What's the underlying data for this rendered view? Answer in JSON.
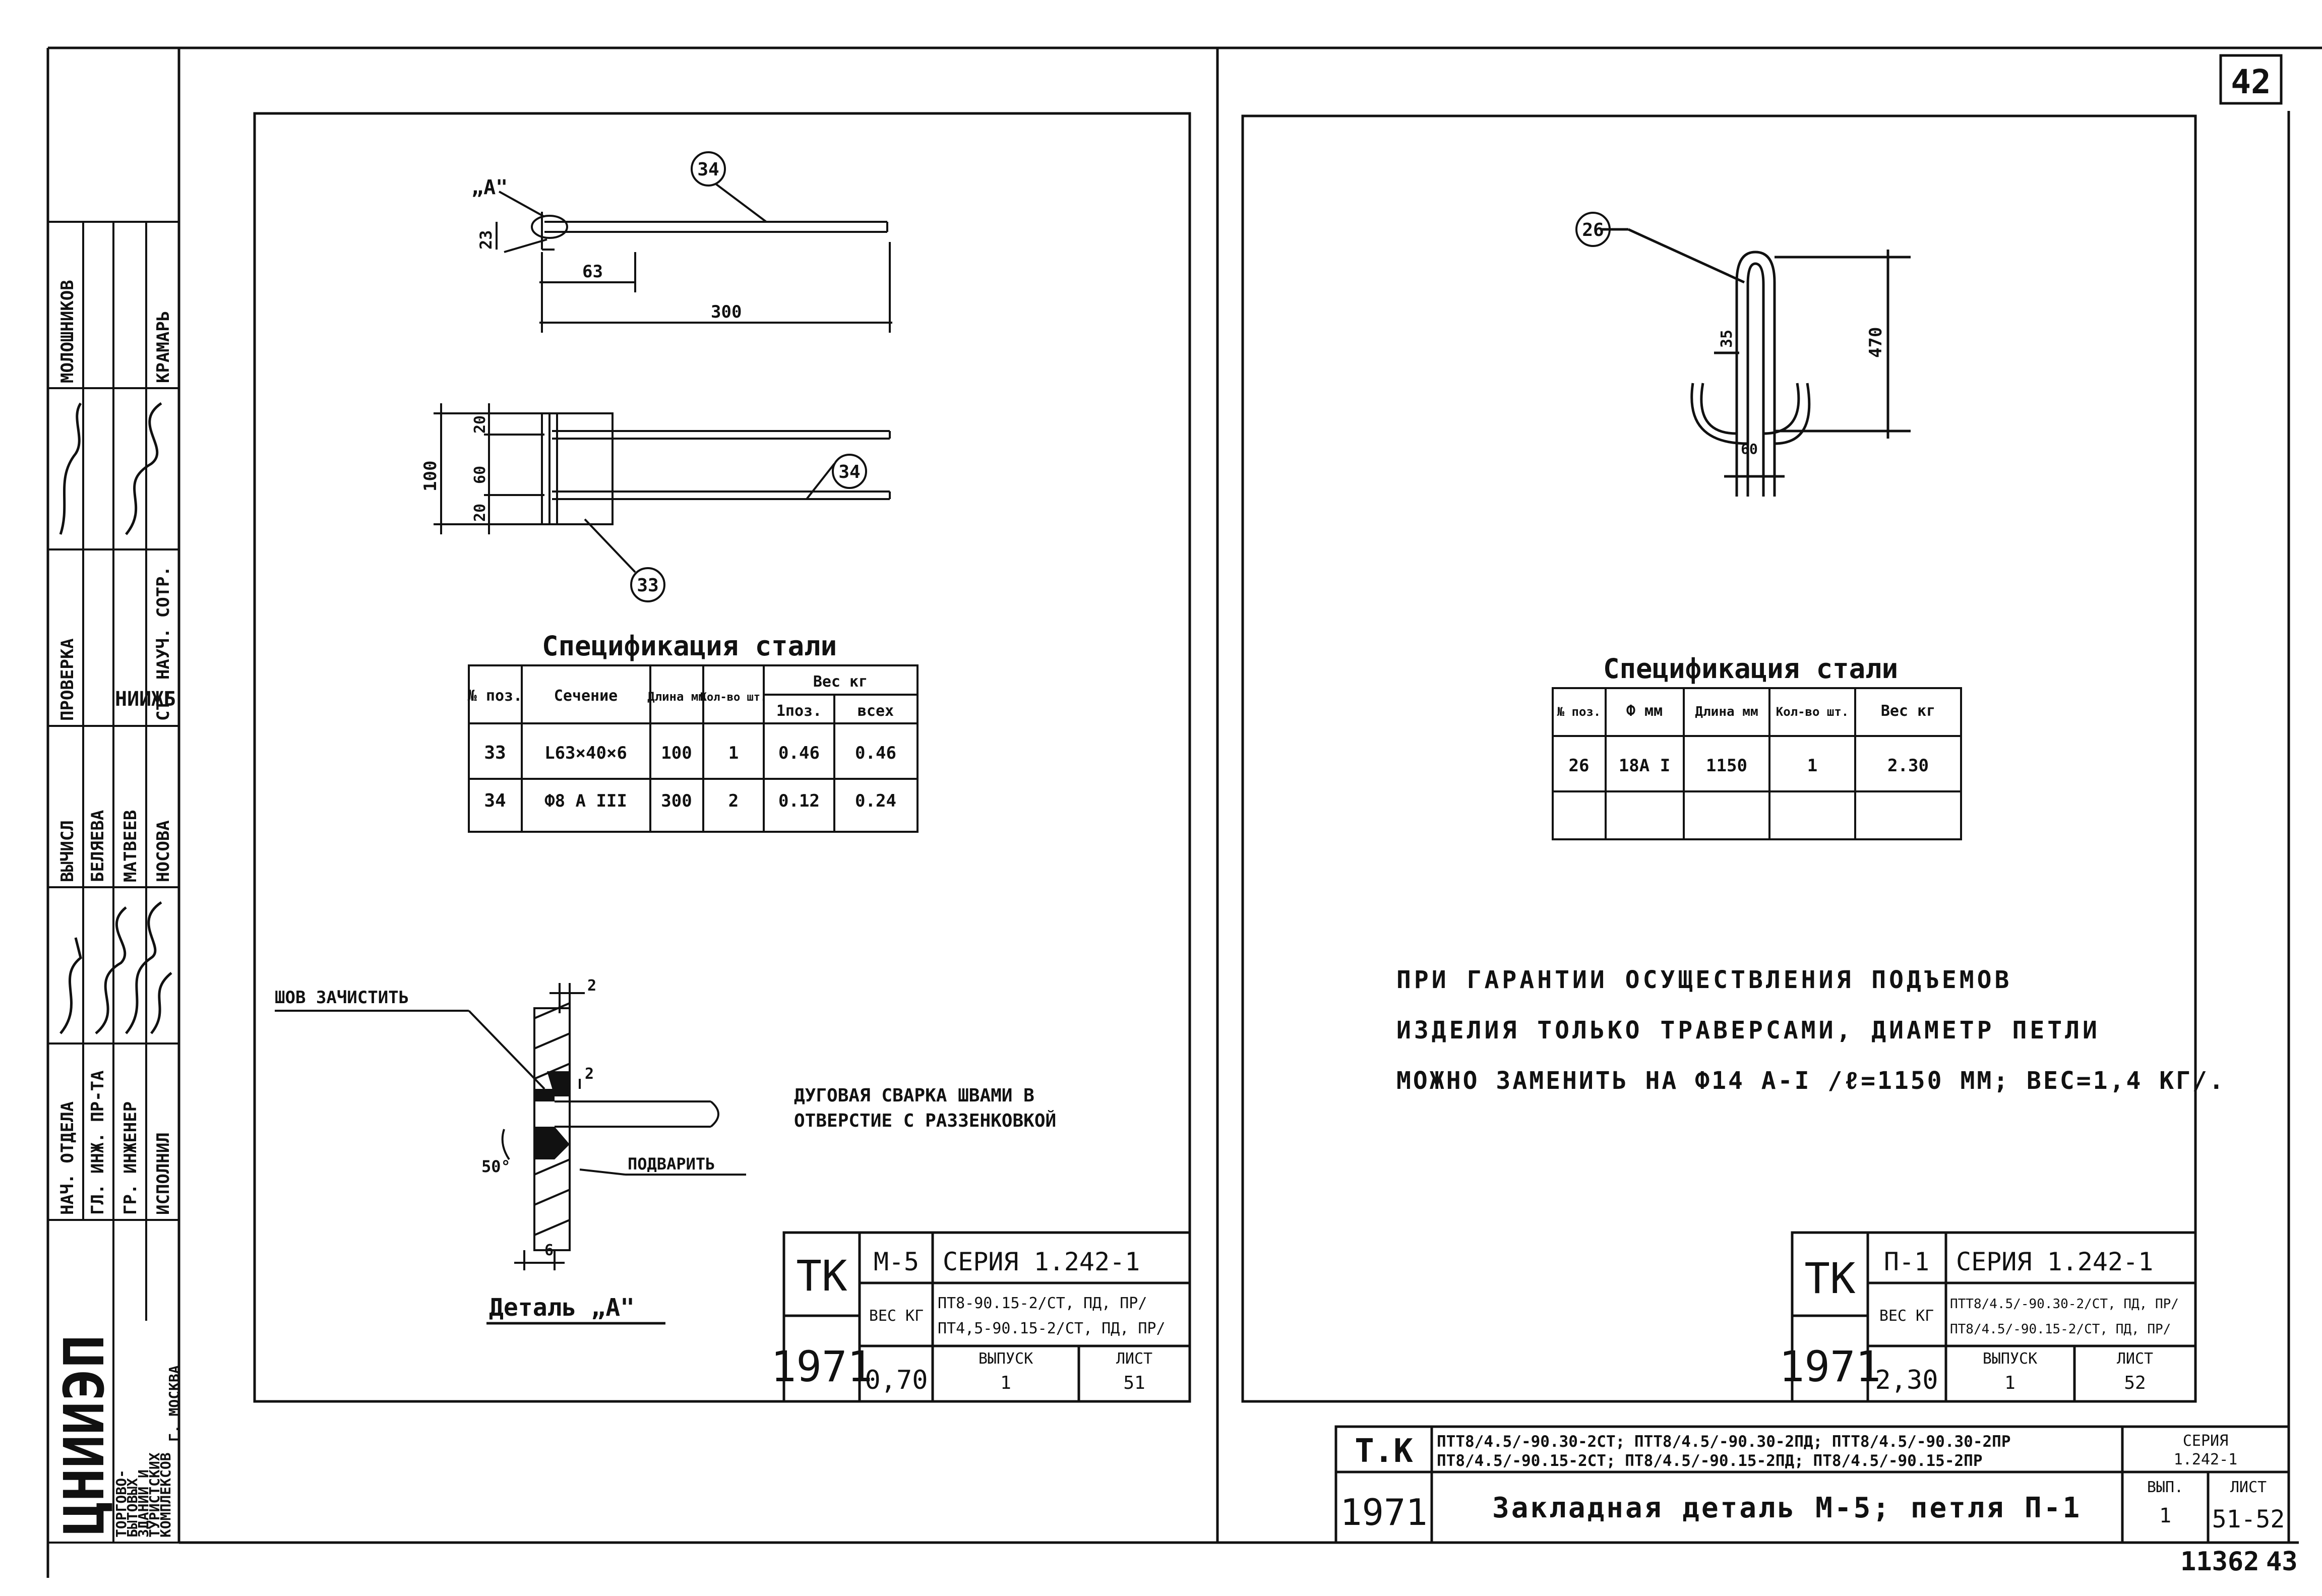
{
  "sheet_number": "42",
  "bottom_number": "11362",
  "bottom_right_number": "43",
  "org_block": {
    "logo_text": "ЦНИИЭП",
    "org_lines": [
      "ТОРГОВО-",
      "БЫТОВЫХ",
      "ЗДАНИЙ И",
      "ТУРИСТСКИХ",
      "КОМПЛЕКСОВ",
      "Г. МОСКВА"
    ]
  },
  "stamp": {
    "roles": [
      "НАЧ. ОТДЕЛА",
      "ГЛ. ИНЖ. ПР-ТА",
      "ГР. ИНЖЕНЕР",
      "ИСПОЛНИЛ"
    ],
    "names": [
      "БЕЛЯЕВА",
      "МАТВЕЕВ",
      "НОСОВА"
    ],
    "names_label": "ВЫЧИСЛ",
    "check_label": "ПРОВЕРКА",
    "check_value": "НИИЖБ",
    "senior_label": "СТ. НАУЧ. СОТР.",
    "names_top": [
      "МОЛОШНИКОВ",
      "КРАМАРЬ"
    ]
  },
  "left_panel": {
    "callout_a": "„А\"",
    "pos_34": "34",
    "pos_33": "33",
    "dim_23": "23",
    "dim_63": "63",
    "dim_300": "300",
    "dim_100": "100",
    "dim_20_left": "20",
    "dim_60": "60",
    "dim_20_top": "20",
    "spec_title": "Спецификация стали",
    "spec_headers": [
      "№ поз.",
      "Сечение",
      "Длина мм",
      "Кол-во шт.",
      "Вес кг",
      "1поз.",
      "всех"
    ],
    "spec_rows": [
      [
        "33",
        "L63×40×6",
        "100",
        "1",
        "0.46",
        "0.46"
      ],
      [
        "34",
        "Ф8 А III",
        "300",
        "2",
        "0.12",
        "0.24"
      ]
    ],
    "weld_clean": "ШОВ ЗАЧИСТИТЬ",
    "weld_dim_2a": "2",
    "weld_dim_2b": "2",
    "weld_angle": "50°",
    "weld_dim_6": "6",
    "weld_fill": "ПОДВАРИТЬ",
    "weld_note": [
      "ДУГОВАЯ СВАРКА ШВАМИ В",
      "ОТВЕРСТИЕ С РАЗЗЕНКОВКОЙ"
    ],
    "detail_title": "Деталь „А\"",
    "titleblock": {
      "tk": "ТК",
      "year": "1971",
      "mark": "М-5",
      "series": "СЕРИЯ 1.242-1",
      "weight_label": "ВЕС КГ",
      "weight": "0,70",
      "usage": [
        "ПТ8-90.15-2/СТ, ПД, ПР/",
        "ПТ4,5-90.15-2/СТ, ПД, ПР/"
      ],
      "issue_label": "ВЫПУСК",
      "issue": "1",
      "sheet_label": "ЛИСТ",
      "sheet": "51"
    }
  },
  "right_panel": {
    "pos_26": "26",
    "dim_470": "470",
    "dim_35": "35",
    "dim_60": "60",
    "spec_title": "Спецификация стали",
    "spec_headers": [
      "№ поз.",
      "Ф мм",
      "Длина мм",
      "Кол-во шт.",
      "Вес кг"
    ],
    "spec_rows": [
      [
        "26",
        "18А I",
        "1150",
        "1",
        "2.30"
      ]
    ],
    "note": [
      "ПРИ ГАРАНТИИ ОСУЩЕСТВЛЕНИЯ ПОДЪЕМОВ",
      "ИЗДЕЛИЯ ТОЛЬКО ТРАВЕРСАМИ, ДИАМЕТР ПЕТЛИ",
      "МОЖНО ЗАМЕНИТЬ НА Ф14 А-I /ℓ=1150 ММ; ВЕС=1,4 КГ/."
    ],
    "titleblock": {
      "tk": "ТК",
      "year": "1971",
      "mark": "П-1",
      "series": "СЕРИЯ 1.242-1",
      "weight_label": "ВЕС КГ",
      "weight": "2,30",
      "usage": [
        "ПТТ8/4.5/-90.30-2/СТ, ПД, ПР/",
        "ПТ8/4.5/-90.15-2/СТ, ПД, ПР/"
      ],
      "issue_label": "ВЫПУСК",
      "issue": "1",
      "sheet_label": "ЛИСТ",
      "sheet": "52"
    }
  },
  "main_titleblock": {
    "tk": "Т.К",
    "year": "1971",
    "usage": [
      "ПТТ8/4.5/-90.30-2СТ; ПТТ8/4.5/-90.30-2ПД; ПТТ8/4.5/-90.30-2ПР",
      "ПТ8/4.5/-90.15-2СТ; ПТ8/4.5/-90.15-2ПД; ПТ8/4.5/-90.15-2ПР"
    ],
    "series_label": "СЕРИЯ",
    "series": "1.242-1",
    "title": "Закладная деталь М-5; петля П-1",
    "issue_label": "ВЫП.",
    "issue": "1",
    "sheet_label": "ЛИСТ",
    "sheet": "51-52"
  }
}
